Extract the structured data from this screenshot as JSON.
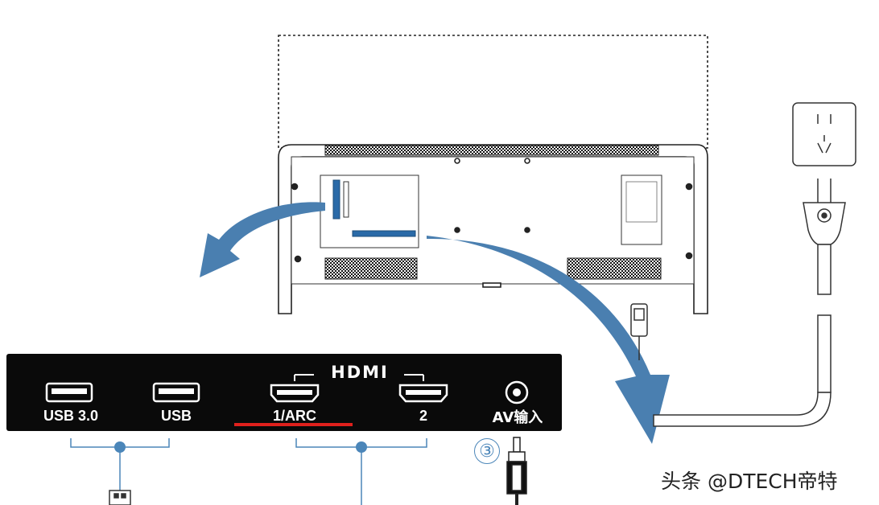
{
  "colors": {
    "panel": "#0a0a0a",
    "arrow": "#4a7fb0",
    "connector": "#4b86b9",
    "highlight": "#e0201c",
    "line": "#333333"
  },
  "panel": {
    "hdmi_title": "HDMI",
    "ports": [
      {
        "id": "usb3",
        "label": "USB 3.0",
        "icon": "usb-port-icon"
      },
      {
        "id": "usb",
        "label": "USB",
        "icon": "usb-port-icon"
      },
      {
        "id": "hdmi1",
        "label": "1/ARC",
        "icon": "hdmi-port-icon"
      },
      {
        "id": "hdmi2",
        "label": "2",
        "icon": "hdmi-port-icon"
      },
      {
        "id": "av",
        "label": "AV输入",
        "icon": "av-jack-icon"
      }
    ]
  },
  "callouts": {
    "av_number": "③"
  },
  "watermark": "头条 @DTECH帝特"
}
